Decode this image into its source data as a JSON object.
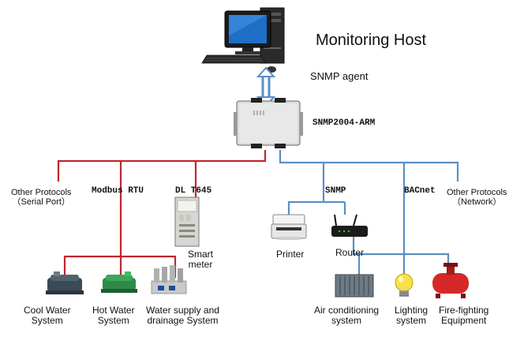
{
  "host": {
    "title": "Monitoring Host",
    "agent_label": "SNMP agent"
  },
  "gateway": {
    "model": "SNMP2004-ARM"
  },
  "left_bus": {
    "color": "#c0262c",
    "protocol_serial": {
      "line1": "Other Protocols",
      "line2": "（Serial Port）"
    },
    "modbus": "Modbus RTU",
    "dlt": "DL T645",
    "smart_meter": {
      "line1": "Smart",
      "line2": "meter"
    },
    "cool_water": {
      "line1": "Cool Water",
      "line2": "System"
    },
    "hot_water": {
      "line1": "Hot Water",
      "line2": "System"
    },
    "water_supply": {
      "line1": "Water supply and",
      "line2": "drainage System"
    }
  },
  "right_bus": {
    "color": "#5b8ec7",
    "snmp": "SNMP",
    "bacnet": "BACnet",
    "protocol_network": {
      "line1": "Other Protocols",
      "line2": "（Network）"
    },
    "printer": "Printer",
    "router": "Router",
    "air_conditioning": {
      "line1": "Air conditioning",
      "line2": "system"
    },
    "lighting": {
      "line1": "Lighting",
      "line2": "system"
    },
    "fire_fighting": {
      "line1": "Fire-fighting",
      "line2": "Equipment"
    }
  }
}
